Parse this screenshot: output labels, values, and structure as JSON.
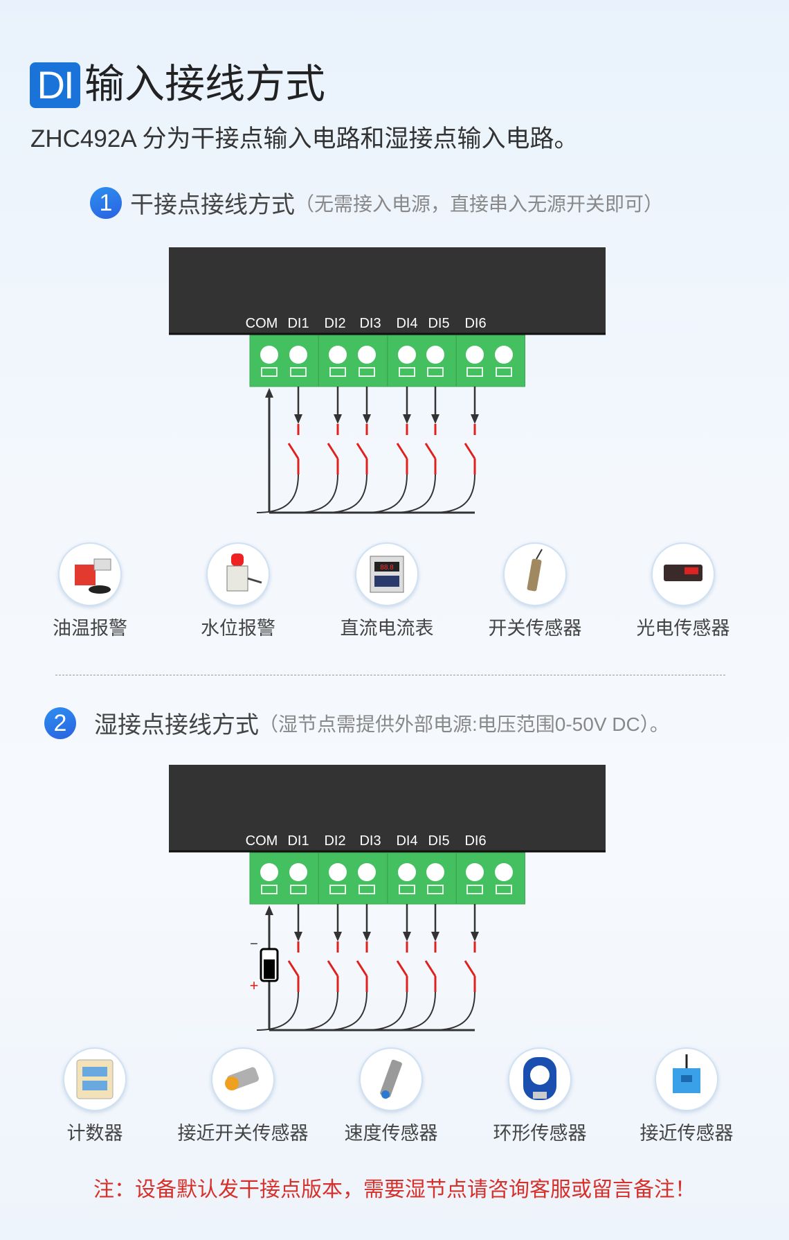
{
  "header": {
    "badge": "DI",
    "title": "输入接线方式",
    "subtitle": "ZHC492A 分为干接点输入电路和湿接点输入电路。"
  },
  "sections": [
    {
      "number": "1",
      "title": "干接点接线方式",
      "note": "（无需接入电源，直接串入无源开关即可）",
      "terminals": [
        "COM",
        "DI1",
        "DI2",
        "DI3",
        "DI4",
        "DI5",
        "DI6"
      ],
      "devices": [
        {
          "label": "油温报警",
          "icon": "oil-temperature-alarm-icon"
        },
        {
          "label": "水位报警",
          "icon": "water-level-alarm-icon"
        },
        {
          "label": "直流电流表",
          "icon": "dc-ammeter-icon"
        },
        {
          "label": "开关传感器",
          "icon": "switch-sensor-icon"
        },
        {
          "label": "光电传感器",
          "icon": "photoelectric-sensor-icon"
        }
      ]
    },
    {
      "number": "2",
      "title": "湿接点接线方式",
      "note": "（湿节点需提供外部电源:电压范围0-50V DC）。",
      "terminals": [
        "COM",
        "DI1",
        "DI2",
        "DI3",
        "DI4",
        "DI5",
        "DI6"
      ],
      "battery": {
        "minus": "−",
        "plus": "+"
      },
      "devices": [
        {
          "label": "计数器",
          "icon": "counter-icon"
        },
        {
          "label": "接近开关传感器",
          "icon": "proximity-switch-sensor-icon"
        },
        {
          "label": "速度传感器",
          "icon": "speed-sensor-icon"
        },
        {
          "label": "环形传感器",
          "icon": "ring-sensor-icon"
        },
        {
          "label": "接近传感器",
          "icon": "proximity-sensor-icon"
        }
      ]
    }
  ],
  "footer_note": "注：设备默认发干接点版本，需要湿节点请咨询客服或留言备注！",
  "colors": {
    "accent": "#1a73d9",
    "terminal": "#45c060",
    "wire_red": "#e0201c",
    "note": "#d7302a"
  }
}
